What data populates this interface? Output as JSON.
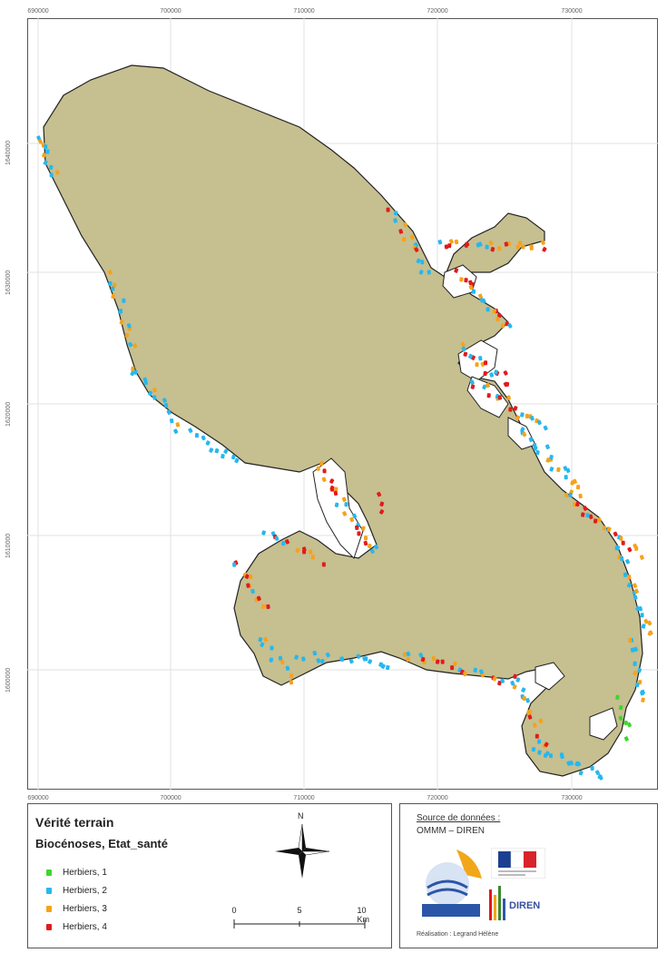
{
  "map": {
    "grid_x_labels": [
      "690000",
      "700000",
      "710000",
      "720000",
      "730000"
    ],
    "grid_y_labels": [
      "1640000",
      "1630000",
      "1620000",
      "1610000",
      "1600000"
    ],
    "colors": {
      "land": "#c6bf90",
      "coast": "#222222",
      "herbiers_1": "#3fd62e",
      "herbiers_2": "#25b8ef",
      "herbiers_3": "#f6a21a",
      "herbiers_4": "#e21b1b"
    }
  },
  "legend": {
    "title": "Vérité terrain",
    "subtitle": "Biocénoses, Etat_santé",
    "items": [
      {
        "label": "Herbiers, 1",
        "color": "#3fd62e"
      },
      {
        "label": "Herbiers, 2",
        "color": "#25b8ef"
      },
      {
        "label": "Herbiers, 3",
        "color": "#f6a21a"
      },
      {
        "label": "Herbiers, 4",
        "color": "#e21b1b"
      }
    ],
    "north": "N",
    "scale_labels": [
      "0",
      "5",
      "10 Km"
    ]
  },
  "source": {
    "title": "Source de données :",
    "orgs": "OMMM – DIREN",
    "logo_diren": "DIREN",
    "credit": "Réalisation : Legrand Hélène"
  }
}
